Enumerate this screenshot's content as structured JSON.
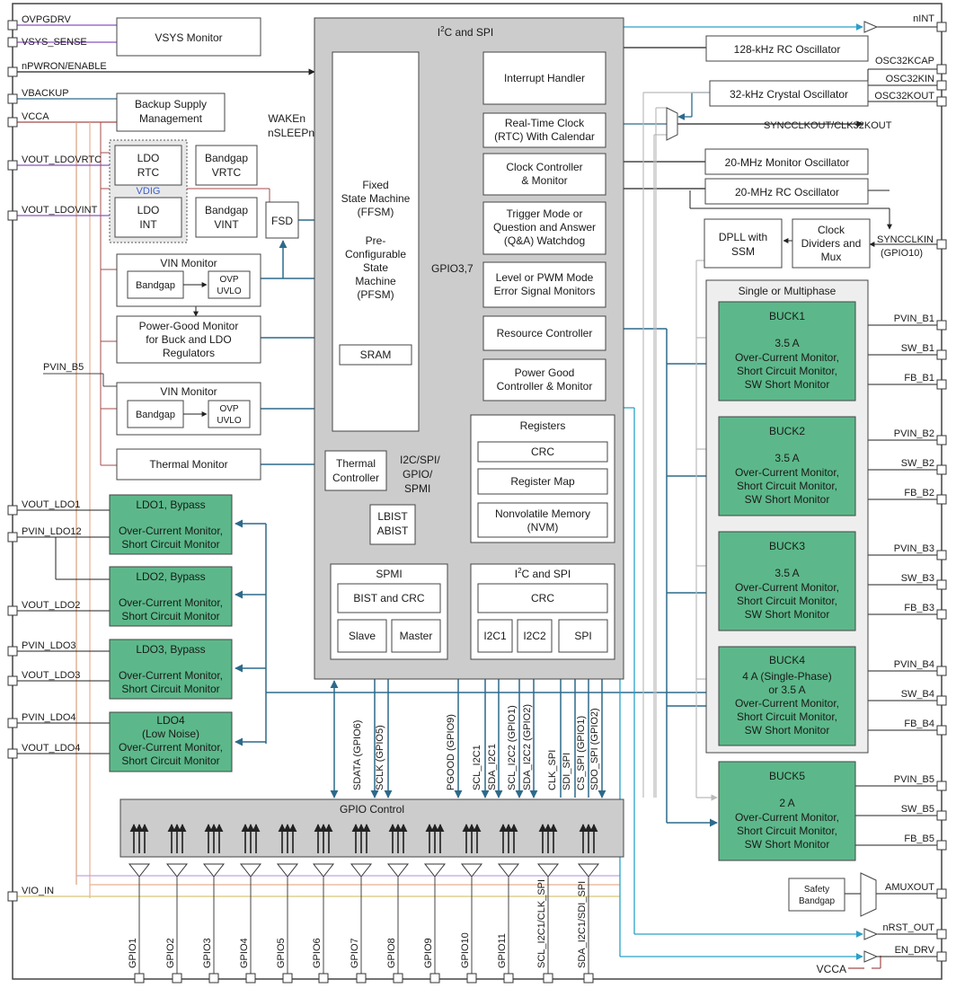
{
  "pins_left": {
    "ovpgdrv": "OVPGDRV",
    "vsys_sense": "VSYS_SENSE",
    "npwron": "nPWRON/ENABLE",
    "vbackup": "VBACKUP",
    "vcca": "VCCA",
    "vout_ldovrtc": "VOUT_LDOVRTC",
    "vout_ldovint": "VOUT_LDOVINT",
    "pvin_b5": "PVIN_B5",
    "vout_ldo1": "VOUT_LDO1",
    "pvin_ldo12": "PVIN_LDO12",
    "vout_ldo2": "VOUT_LDO2",
    "pvin_ldo3": "PVIN_LDO3",
    "vout_ldo3": "VOUT_LDO3",
    "pvin_ldo4": "PVIN_LDO4",
    "vout_ldo4": "VOUT_LDO4",
    "vio_in": "VIO_IN"
  },
  "pins_right": {
    "nint": "nINT",
    "osc32kcap": "OSC32KCAP",
    "osc32kin": "OSC32KIN",
    "osc32kout": "OSC32KOUT",
    "syncclkout": "SYNCCLKOUT/CLK32KOUT",
    "syncclkin_1": "SYNCCLKIN",
    "syncclkin_2": "(GPIO10)",
    "pvin_b1": "PVIN_B1",
    "sw_b1": "SW_B1",
    "fb_b1": "FB_B1",
    "pvin_b2": "PVIN_B2",
    "sw_b2": "SW_B2",
    "fb_b2": "FB_B2",
    "pvin_b3": "PVIN_B3",
    "sw_b3": "SW_B3",
    "fb_b3": "FB_B3",
    "pvin_b4": "PVIN_B4",
    "sw_b4": "SW_B4",
    "fb_b4": "FB_B4",
    "pvin_b5": "PVIN_B5",
    "sw_b5": "SW_B5",
    "fb_b5": "FB_B5",
    "amuxout": "AMUXOUT",
    "nrst_out": "nRST_OUT",
    "en_drv": "EN_DRV",
    "vcca": "VCCA"
  },
  "blocks": {
    "vsys_monitor": "VSYS Monitor",
    "backup_1": "Backup Supply",
    "backup_2": "Management",
    "ldo_rtc_1": "LDO",
    "ldo_rtc_2": "RTC",
    "bg_vrtc_1": "Bandgap",
    "bg_vrtc_2": "VRTC",
    "vdig": "VDIG",
    "ldo_int_1": "LDO",
    "ldo_int_2": "INT",
    "bg_vint_1": "Bandgap",
    "bg_vint_2": "VINT",
    "fsd": "FSD",
    "wake_1": "WAKEn",
    "wake_2": "nSLEEPn",
    "vin_mon": "VIN Monitor",
    "bandgap": "Bandgap",
    "ovp": "OVP",
    "uvlo": "UVLO",
    "pg_1": "Power-Good Monitor",
    "pg_2": "for Buck and LDO",
    "pg_3": "Regulators",
    "vin_mon_2": "VIN Monitor",
    "thermal_mon": "Thermal Monitor",
    "ldo1_t": "LDO1, Bypass",
    "ldo2_t": "LDO2, Bypass",
    "ldo3_t": "LDO3, Bypass",
    "ldo_oc": "Over-Current Monitor,",
    "ldo_sc": "Short Circuit Monitor",
    "ldo4_t": "LDO4",
    "ldo4_n": "(Low Noise)",
    "core_title_a": "I",
    "core_title_b": "2",
    "core_title_c": "C and SPI",
    "fsm_1": "Fixed",
    "fsm_2": "State Machine",
    "fsm_3": "(FFSM)",
    "fsm_4": "Pre-",
    "fsm_5": "Configurable",
    "fsm_6": "State",
    "fsm_7": "Machine",
    "fsm_8": "(PFSM)",
    "sram": "SRAM",
    "thermal_ctrl_1": "Thermal",
    "thermal_ctrl_2": "Controller",
    "bus_1": "I2C/SPI/",
    "bus_2": "GPIO/",
    "bus_3": "SPMI",
    "lbist_1": "LBIST",
    "lbist_2": "ABIST",
    "interrupt": "Interrupt Handler",
    "rtc_1": "Real-Time Clock",
    "rtc_2": "(RTC) With Calendar",
    "clk_1": "Clock Controller",
    "clk_2": "& Monitor",
    "trig_1": "Trigger Mode or",
    "trig_2": "Question and Answer",
    "trig_3": "(Q&A) Watchdog",
    "gpio37": "GPIO3,7",
    "lvl_1": "Level or PWM Mode",
    "lvl_2": "Error Signal Monitors",
    "resource": "Resource Controller",
    "pgc_1": "Power Good",
    "pgc_2": "Controller & Monitor",
    "registers": "Registers",
    "crc": "CRC",
    "regmap": "Register Map",
    "nvm_1": "Nonvolatile Memory",
    "nvm_2": "(NVM)",
    "spmi": "SPMI",
    "bist_crc": "BIST and CRC",
    "slave": "Slave",
    "master": "Master",
    "i2c_title_a": "I",
    "i2c_title_b": "2",
    "i2c_title_c": "C and SPI",
    "crc2": "CRC",
    "i2c1": "I2C1",
    "i2c2": "I2C2",
    "spi": "SPI",
    "gpio_ctrl": "GPIO Control",
    "osc128": "128-kHz RC Oscillator",
    "osc32": "32-kHz Crystal Oscillator",
    "osc20m": "20-MHz Monitor Oscillator",
    "osc20rc": "20-MHz RC Oscillator",
    "dpll_1": "DPLL with",
    "dpll_2": "SSM",
    "cdiv_1": "Clock",
    "cdiv_2": "Dividers and",
    "cdiv_3": "Mux",
    "multiphase": "Single or Multiphase",
    "buck1": "BUCK1",
    "buck1_i": "3.5 A",
    "buck2": "BUCK2",
    "buck2_i": "3.5 A",
    "buck3": "BUCK3",
    "buck3_i": "3.5 A",
    "buck4": "BUCK4",
    "buck4_i1": "4 A (Single-Phase)",
    "buck4_i2": "or 3.5 A",
    "buck5": "BUCK5",
    "buck5_i": "2 A",
    "buck_oc": "Over-Current Monitor,",
    "buck_sc": "Short Circuit Monitor,",
    "buck_sw": "SW Short Monitor",
    "safety_1": "Safety",
    "safety_2": "Bandgap"
  },
  "bus_signals": [
    "SDATA (GPIO6)",
    "SCLK (GPIO5)",
    "PGOOD (GPIO9)",
    "SCL_I2C1",
    "SDA_I2C1",
    "SCL_I2C2 (GPIO1)",
    "SDA_I2C2 (GPIO2)",
    "CLK_SPI",
    "SDI_SPI",
    "CS_SPI (GPIO1)",
    "SDO_SPI (GPIO2)"
  ],
  "gpio_pins": [
    "GPIO1",
    "GPIO2",
    "GPIO3",
    "GPIO4",
    "GPIO5",
    "GPIO6",
    "GPIO7",
    "GPIO8",
    "GPIO9",
    "GPIO10",
    "GPIO11",
    "SCL_I2C1/CLK_SPI",
    "SDA_I2C1/SDI_SPI"
  ],
  "colors": {
    "core_fill": "#cccccc",
    "regulator_fill": "#5cb88a",
    "multiphase_fill": "#eeeeee",
    "bus_line": "#2d6a8a",
    "signal_cyan": "#2aa0c8",
    "vcca_line": "#a44b4b",
    "purple_line": "#8a55c0"
  }
}
